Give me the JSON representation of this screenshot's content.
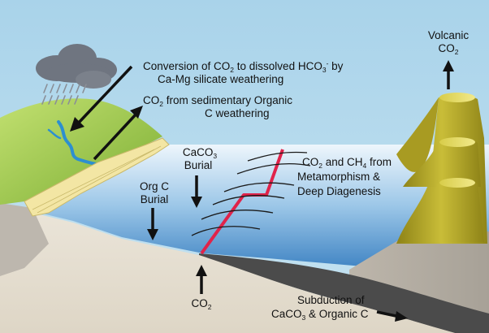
{
  "labels": {
    "volcanic": {
      "line1": "Volcanic",
      "line2_main": "CO",
      "line2_sub": "2"
    },
    "conversion": {
      "line1_a": "Conversion of CO",
      "line1_sub": "2",
      "line1_b": " to dissolved HCO",
      "line1_sub2": "3",
      "line1_sup": "-",
      "line1_c": " by",
      "line2": "Ca-Mg silicate weathering"
    },
    "sedimentary": {
      "line1_main": "CO",
      "line1_sub": "2",
      "line1_rest": " from sedimentary Organic",
      "line2": "C weathering"
    },
    "caco3_burial": {
      "line1_main": "CaCO",
      "line1_sub": "3",
      "line2": "Burial"
    },
    "orgc_burial": {
      "line1": "Org C",
      "line2": "Burial"
    },
    "metamorphism": {
      "line1_a": "CO",
      "line1_sub": "2",
      "line1_b": " and CH",
      "line1_sub2": "4",
      "line1_c": " from",
      "line2": "Metamorphism &",
      "line3": "Deep Diagenesis"
    },
    "bottom_co2": {
      "main": "CO",
      "sub": "2"
    },
    "subduction": {
      "line1": "Subduction of",
      "line2_a": "CaCO",
      "line2_sub": "3",
      "line2_b": " & Organic C"
    }
  },
  "colors": {
    "sky": "#b9dced",
    "ocean_top": "#e6f2fb",
    "ocean_bottom": "#3f86c6",
    "land": "#9dc94a",
    "sediment": "#f3e6a4",
    "crust": "#e8e1d4",
    "subducting_plate": "#4a4a4a",
    "volcano": "#b7a82a",
    "fault": "#e0234a",
    "cloud": "#6f7580"
  }
}
